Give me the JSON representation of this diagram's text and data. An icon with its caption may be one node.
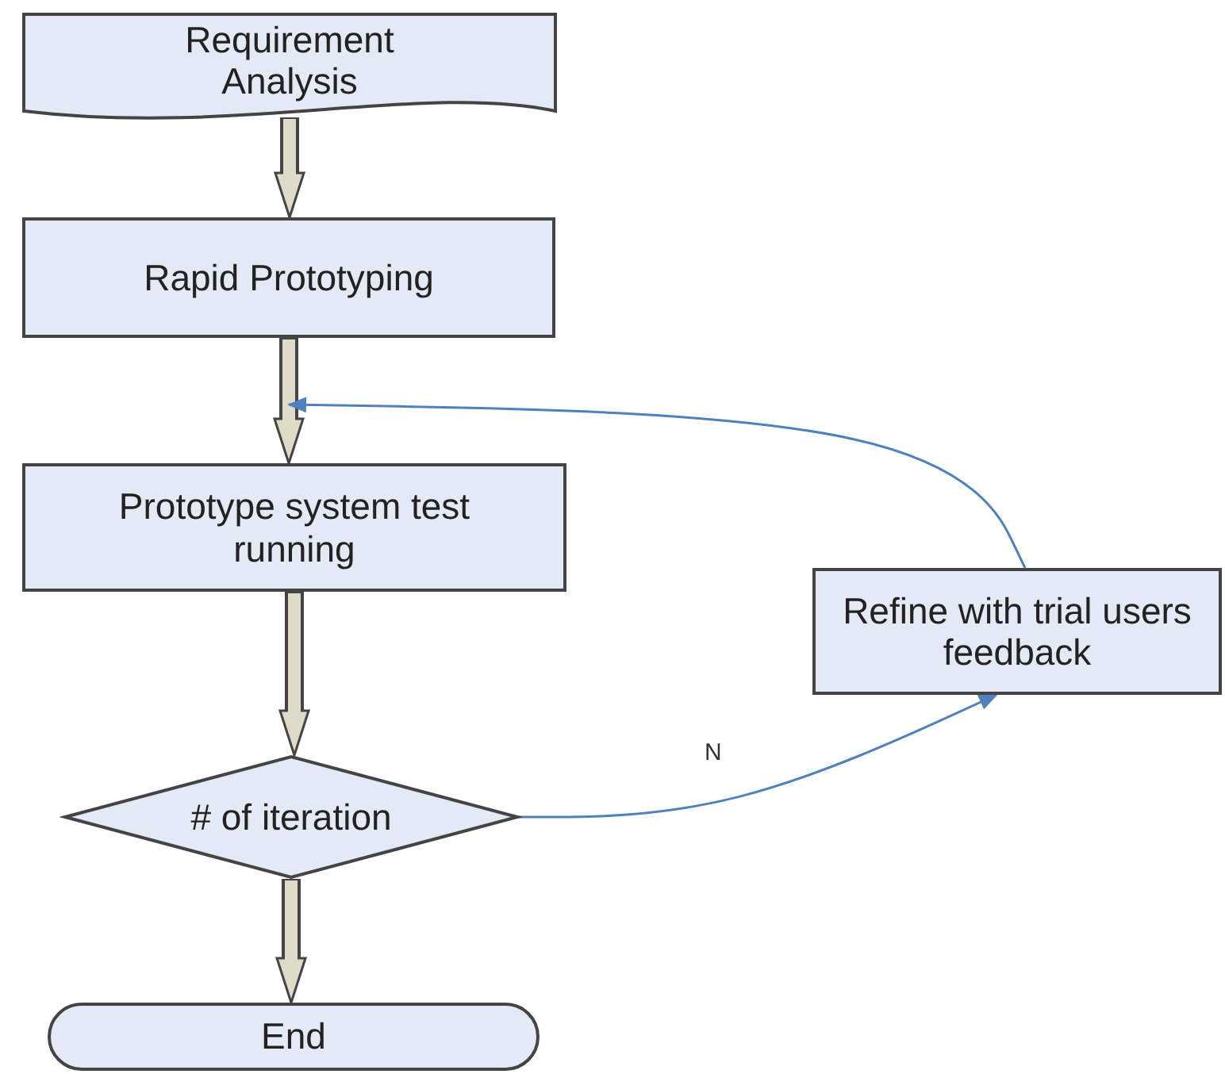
{
  "diagram": {
    "nodes": [
      {
        "text": [
          "Requirement Analysis"
        ]
      },
      {
        "text": [
          "Rapid Prototyping"
        ]
      },
      {
        "text": [
          "Prototype system test running"
        ]
      },
      {
        "text": [
          "Refine with trial users feedback"
        ]
      },
      {
        "text": [
          "# of iteration"
        ]
      },
      {
        "text": [
          "End"
        ]
      }
    ],
    "edges": [
      {
        "from": 0,
        "to": 1,
        "arrow": "to"
      },
      {
        "from": 1,
        "to": 2,
        "arrow": "to"
      },
      {
        "from": 2,
        "to": 4,
        "arrow": "to"
      },
      {
        "from": 4,
        "to": 5,
        "arrow": "to"
      },
      {
        "from": 4,
        "to": 3,
        "arrow": "to",
        "label": "N",
        "color": "#4f81bd"
      },
      {
        "from": 3,
        "to": null,
        "arrow": "to",
        "color": "#4f81bd"
      }
    ]
  }
}
